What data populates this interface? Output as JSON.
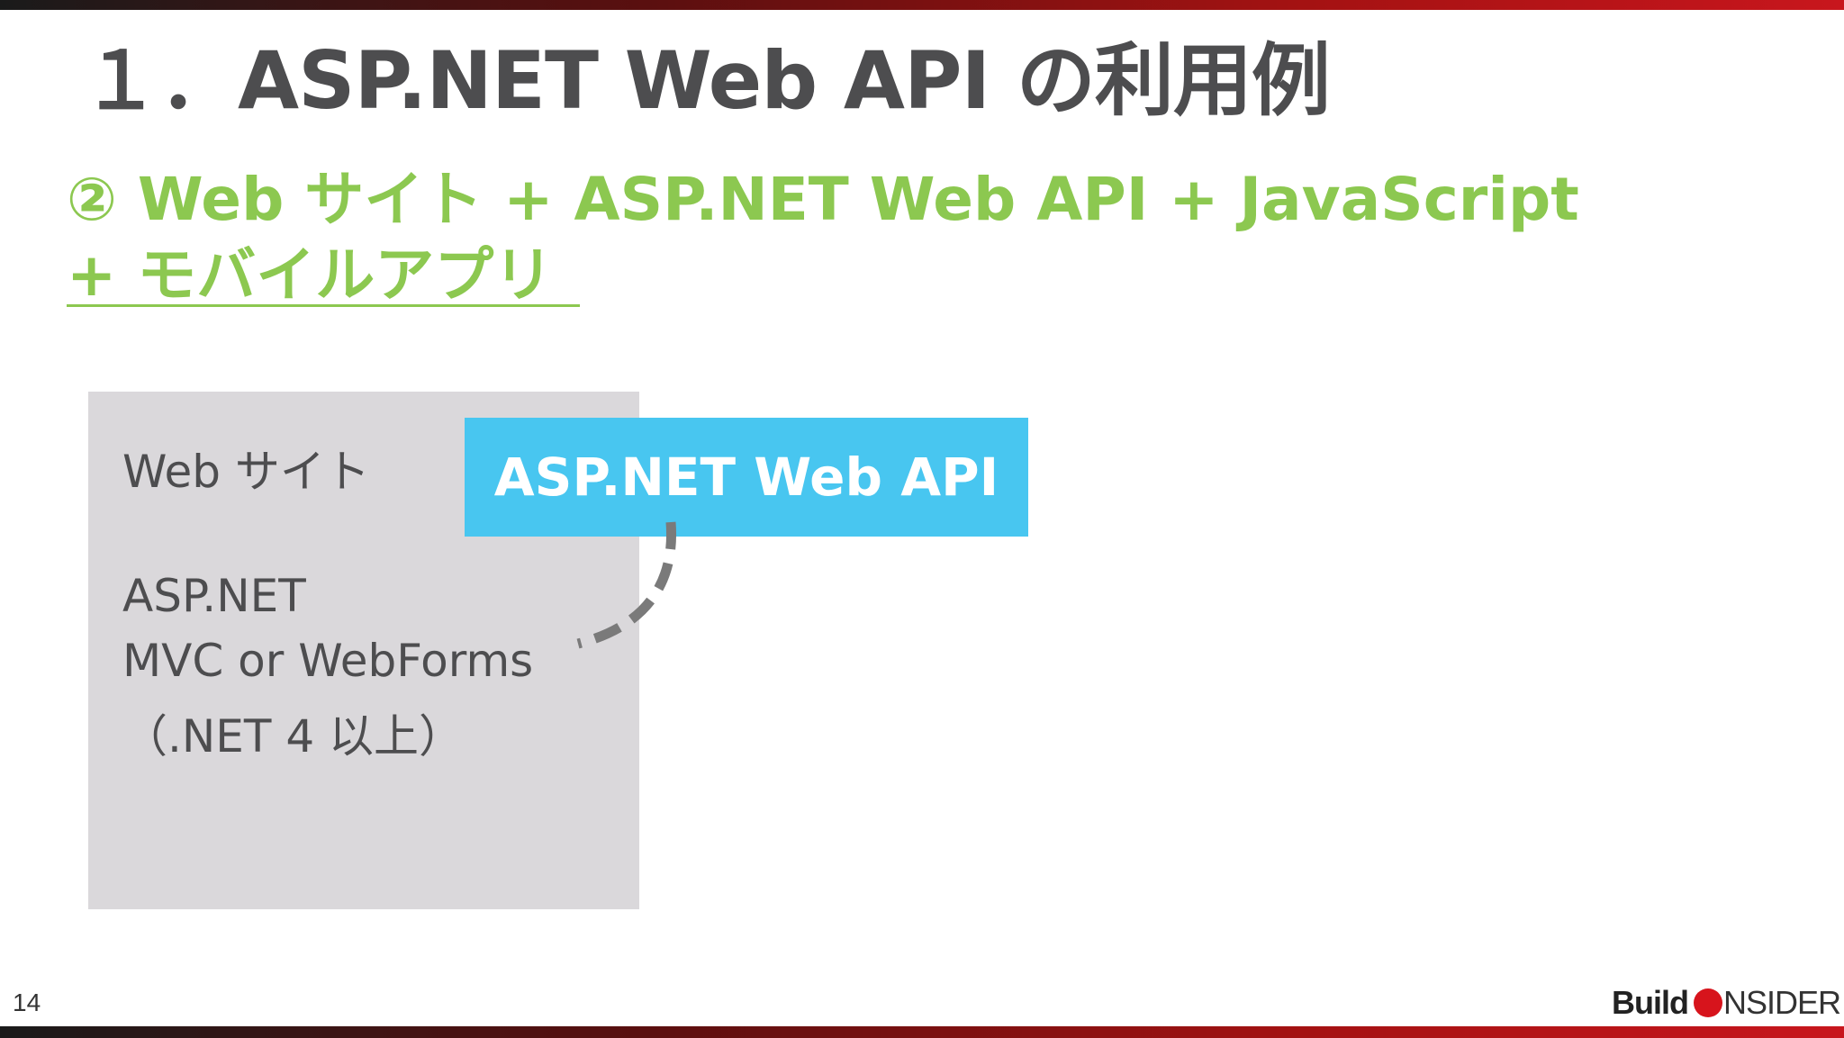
{
  "slide": {
    "title": "１．ASP.NET Web API の利用例",
    "subtitle_line1": "② Web サイト + ASP.NET Web API + JavaScript",
    "subtitle_line2": "+ モバイルアプリ",
    "page_number": "14"
  },
  "diagram": {
    "website_box": {
      "label": "Web サイト",
      "tech_line1": "ASP.NET",
      "tech_line2": "MVC or WebForms",
      "tech_line3": "（.NET 4 以上）"
    },
    "api_box": {
      "label": "ASP.NET Web API"
    }
  },
  "logo": {
    "part1": "Build",
    "part2": "NSIDER",
    "logo_text": "Build INSIDER"
  },
  "colors": {
    "title": "#4d4d4f",
    "accent_green": "#8cc850",
    "api_blue": "#48c6f0",
    "box_gray": "#dad8db",
    "brand_red": "#d7141c"
  }
}
